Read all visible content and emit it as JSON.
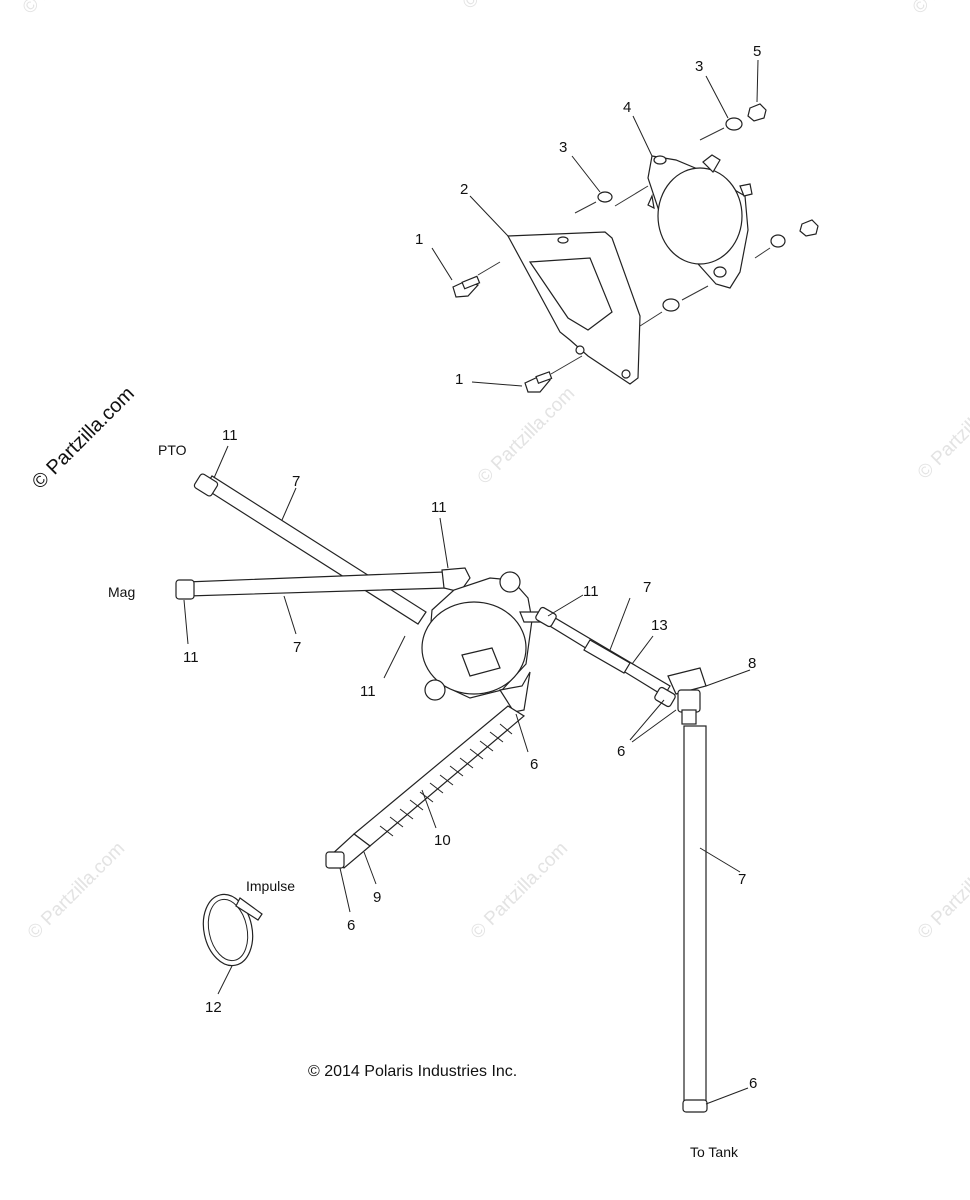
{
  "watermarks": {
    "brand": "© Partzilla.com",
    "faint": "© Partzilla.com"
  },
  "copyright": "© 2014 Polaris Industries Inc.",
  "captions": {
    "pto": "PTO",
    "mag": "Mag",
    "impulse": "Impulse",
    "to_tank": "To Tank"
  },
  "callouts": {
    "c1a": "1",
    "c1b": "1",
    "c2": "2",
    "c3a": "3",
    "c3b": "3",
    "c4": "4",
    "c5": "5",
    "c6a": "6",
    "c6b": "6",
    "c6c": "6",
    "c6d": "6",
    "c7a": "7",
    "c7b": "7",
    "c7c": "7",
    "c7d": "7",
    "c8": "8",
    "c9": "9",
    "c10": "10",
    "c11a": "11",
    "c11b": "11",
    "c11c": "11",
    "c11d": "11",
    "c11e": "11",
    "c12": "12",
    "c13": "13"
  }
}
